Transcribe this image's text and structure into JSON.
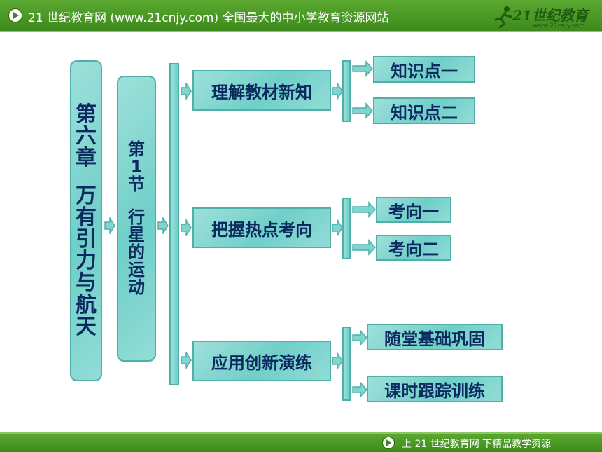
{
  "header": {
    "title": "21 世纪教育网 (www.21cnjy.com)  全国最大的中小学教育资源网站",
    "logo_text": "21世纪教育",
    "logo_subtext": "www.21cnjy.com"
  },
  "footer": {
    "text": "上 21 世纪教育网  下精品教学资源"
  },
  "diagram": {
    "chapter": "第六章 万有引力与航天",
    "section": "第1节 行星的运动",
    "branches": [
      {
        "label": "理解教材新知",
        "children": [
          "知识点一",
          "知识点二"
        ]
      },
      {
        "label": "把握热点考向",
        "children": [
          "考向一",
          "考向二"
        ]
      },
      {
        "label": "应用创新演练",
        "children": [
          "随堂基础巩固",
          "课时跟踪训练"
        ]
      }
    ]
  },
  "colors": {
    "box_fill": "#7fd6cf",
    "box_border": "#4fb0aa",
    "text": "#0d2a60",
    "bar_green": "#3d8a1c"
  },
  "icons": [
    "play-icon",
    "runner-logo-icon",
    "arrow-right-icon"
  ]
}
